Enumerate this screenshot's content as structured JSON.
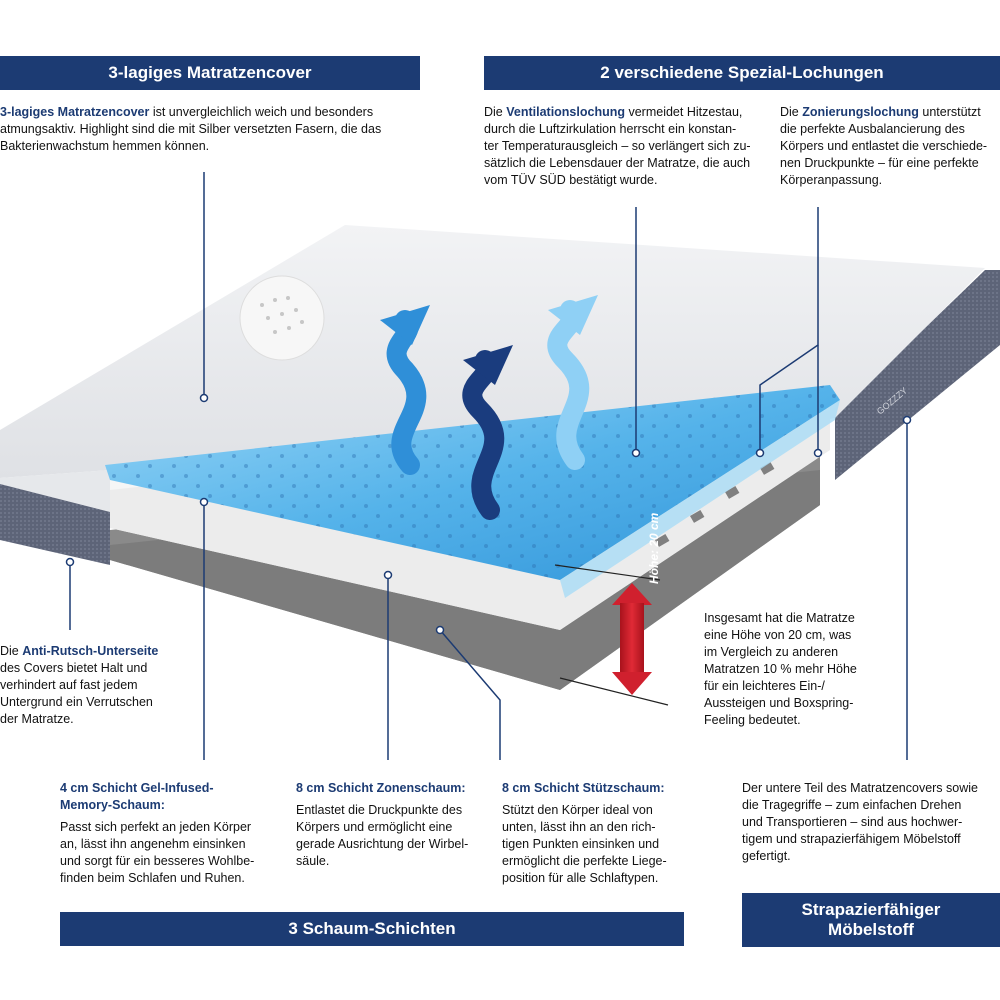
{
  "banners": {
    "cover": "3-lagiges Matratzencover",
    "holes": "2 verschiedene Spezial-Lochungen",
    "foam": "3 Schaum-Schichten",
    "fabric_line1": "Strapazierfähiger",
    "fabric_line2": "Möbelstoff"
  },
  "cover_text": {
    "hl": "3-lagiges Matratzencover",
    "line1_rest": " ist unvergleichlich weich und besonders",
    "line2": "atmungsaktiv. Highlight sind die mit Silber versetzten Fasern, die das",
    "line3": "Bakterienwachstum hemmen können."
  },
  "vent_text": {
    "pre": "Die ",
    "hl": "Ventilationslochung",
    "line1_rest": " vermeidet Hitzestau,",
    "line2": "durch die Luftzirkulation herrscht ein konstan-",
    "line3": "ter Temperaturausgleich – so verlängert sich zu-",
    "line4": "sätzlich die Lebensdauer der Matratze, die auch",
    "line5": "vom TÜV SÜD bestätigt wurde."
  },
  "zone_text": {
    "pre": "Die ",
    "hl": "Zonierungslochung",
    "line1_rest": " unterstützt",
    "line2": "die perfekte Ausbalancierung des",
    "line3": "Körpers und entlastet die verschiede-",
    "line4": "nen Druckpunkte – für eine perfekte",
    "line5": "Körperanpassung."
  },
  "antislip_text": {
    "pre": "Die ",
    "hl": "Anti-Rutsch-Unterseite",
    "line2": "des Covers bietet Halt und",
    "line3": "verhindert auf fast jedem",
    "line4": "Untergrund ein Verrutschen",
    "line5": "der Matratze."
  },
  "height_text": {
    "line1": "Insgesamt hat die Matratze",
    "line2": "eine Höhe von 20 cm, was",
    "line3": "im Vergleich zu anderen",
    "line4": "Matratzen 10 % mehr Höhe",
    "line5": "für ein leichteres Ein-/",
    "line6": "Aussteigen und Boxspring-",
    "line7": "Feeling bedeutet."
  },
  "height_label": "Höhe: 20 cm",
  "gel": {
    "title1": "4 cm Schicht Gel-Infused-",
    "title2": "Memory-Schaum:",
    "line1": "Passt sich perfekt an jeden Körper",
    "line2": "an, lässt ihn angenehm einsinken",
    "line3": "und sorgt für ein besseres Wohlbe-",
    "line4": "finden beim Schlafen und Ruhen."
  },
  "zonen": {
    "title": "8 cm Schicht Zonenschaum:",
    "line1": "Entlastet die Druckpunkte des",
    "line2": "Körpers und ermöglicht eine",
    "line3": "gerade Ausrichtung der Wirbel-",
    "line4": "säule."
  },
  "stuetz": {
    "title": "8 cm Schicht Stützschaum:",
    "line1": "Stützt den Körper ideal von",
    "line2": "unten, lässt ihn an den rich-",
    "line3": "tigen Punkten einsinken und",
    "line4": "ermöglicht die perfekte Liege-",
    "line5": "position für alle Schlaftypen."
  },
  "fabric_text": {
    "line1": "Der untere Teil des Matratzencovers sowie",
    "line2": "die Tragegriffe – zum einfachen Drehen",
    "line3": "und Transportieren – sind aus hochwer-",
    "line4": "tigem und strapazierfähigem Möbelstoff",
    "line5": "gefertigt."
  },
  "brand": "GOZZZY",
  "colors": {
    "navy": "#1c3b73",
    "gel_blue": "#5bb6ec",
    "gray_fabric": "#5d6478",
    "foam_gray": "#8a8a8a",
    "arrow_red": "#d0202e"
  }
}
